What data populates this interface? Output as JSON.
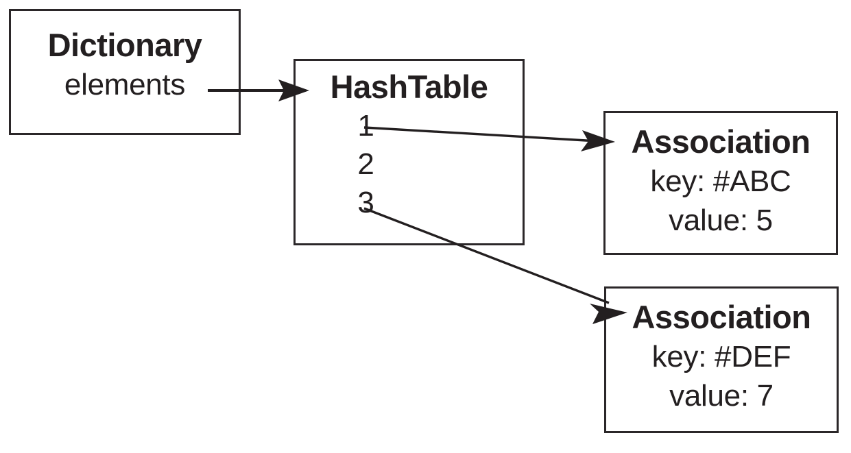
{
  "diagram": {
    "title": "Dictionary / HashTable / Association object diagram",
    "background_color": "#ffffff",
    "stroke_color": "#231f20",
    "border_color": "#2b2729"
  },
  "dictionary": {
    "title": "Dictionary",
    "field": "elements"
  },
  "hashtable": {
    "title": "HashTable",
    "slots": [
      {
        "label": "1"
      },
      {
        "label": "2"
      },
      {
        "label": "3"
      }
    ]
  },
  "associations": [
    {
      "title": "Association",
      "key_line": "key: #ABC",
      "value_line": "value: 5"
    },
    {
      "title": "Association",
      "key_line": "key: #DEF",
      "value_line": "value: 7"
    }
  ],
  "arrows": [
    {
      "name": "dictionary-elements-to-hashtable",
      "from": "Dictionary.elements",
      "to": "HashTable"
    },
    {
      "name": "hashtable-slot-1-to-association-1",
      "from": "HashTable.1",
      "to": "Association #ABC"
    },
    {
      "name": "hashtable-slot-3-to-association-2",
      "from": "HashTable.3",
      "to": "Association #DEF"
    }
  ]
}
